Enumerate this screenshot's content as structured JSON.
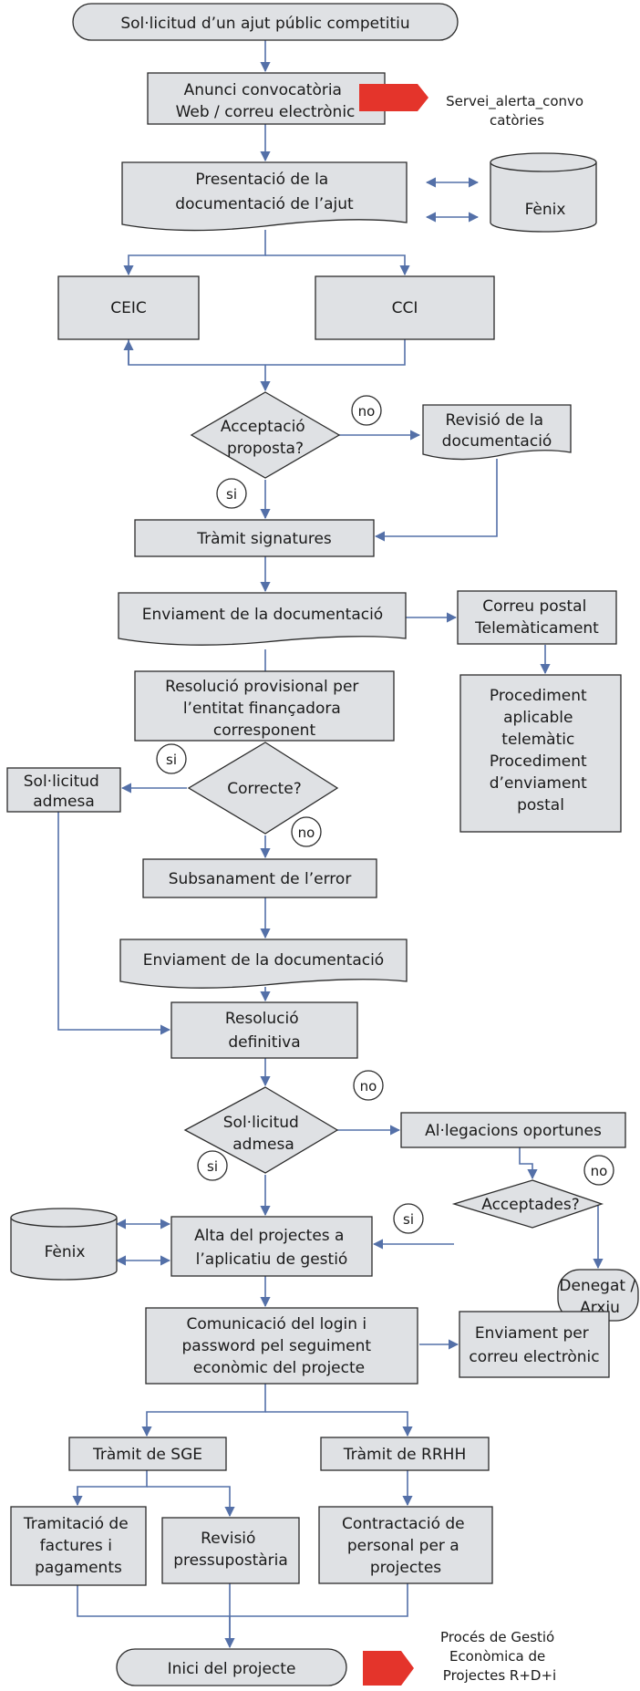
{
  "nodes": {
    "start": [
      "Sol·licitud d’un ajut públic competitiu"
    ],
    "anunci": [
      "Anunci convocatòria",
      "Web / correu electrònic"
    ],
    "servei_alerta": [
      "Servei_alerta_convo",
      "catòries"
    ],
    "presentacio": [
      "Presentació de la",
      "documentació de l’ajut"
    ],
    "fenix_top": [
      "Fènix"
    ],
    "ceic": [
      "CEIC"
    ],
    "cci": [
      "CCI"
    ],
    "acceptacio": [
      "Acceptació",
      "proposta?"
    ],
    "revisio_doc": [
      "Revisió de la",
      "documentació"
    ],
    "tramit_signatures": [
      "Tràmit signatures"
    ],
    "enviament_doc_1": [
      "Enviament de la documentació"
    ],
    "correu_postal": [
      "Correu postal",
      "Telemàticament"
    ],
    "procediment": [
      "Procediment",
      "aplicable",
      "telemàtic",
      "Procediment",
      "d’enviament",
      "postal"
    ],
    "resolucio_prov": [
      "Resolució provisional per",
      "l’entitat finançadora",
      "corresponent"
    ],
    "correcte": [
      "Correcte?"
    ],
    "sol_admesa_1": [
      "Sol·licitud",
      "admesa"
    ],
    "subsanament": [
      "Subsanament de l’error"
    ],
    "enviament_doc_2": [
      "Enviament de la documentació"
    ],
    "resolucio_def": [
      "Resolució",
      "definitiva"
    ],
    "sol_admesa_q": [
      "Sol·licitud",
      "admesa"
    ],
    "allegacions": [
      "Al·legacions oportunes"
    ],
    "acceptades": [
      "Acceptades?"
    ],
    "denegat": [
      "Denegat /",
      "Arxiu"
    ],
    "fenix_bottom": [
      "Fènix"
    ],
    "alta": [
      "Alta del projectes a",
      "l’aplicatiu de gestió"
    ],
    "comunicacio": [
      "Comunicació del login i",
      "password pel seguiment",
      "econòmic del projecte"
    ],
    "enviament_correu": [
      "Enviament per",
      "correu electrònic"
    ],
    "tramit_sge": [
      "Tràmit de SGE"
    ],
    "tramit_rrhh": [
      "Tràmit de RRHH"
    ],
    "tramitacio": [
      "Tramitació de",
      "factures i",
      "pagaments"
    ],
    "revisio_press": [
      "Revisió",
      "pressupostària"
    ],
    "contractacio": [
      "Contractació de",
      "personal per a",
      "projectes"
    ],
    "inici": [
      "Inici del projecte"
    ],
    "proces": [
      "Procés de Gestió",
      "Econòmica de",
      "Projectes R+D+i"
    ]
  },
  "badges": {
    "no_1": "no",
    "si_1": "si",
    "si_2": "si",
    "no_2": "no",
    "no_3": "no",
    "si_3": "si",
    "no_4": "no",
    "si_4": "si"
  },
  "colors": {
    "box_fill": "#dfe1e4",
    "line": "#5470a8",
    "flag": "#e4342b"
  }
}
